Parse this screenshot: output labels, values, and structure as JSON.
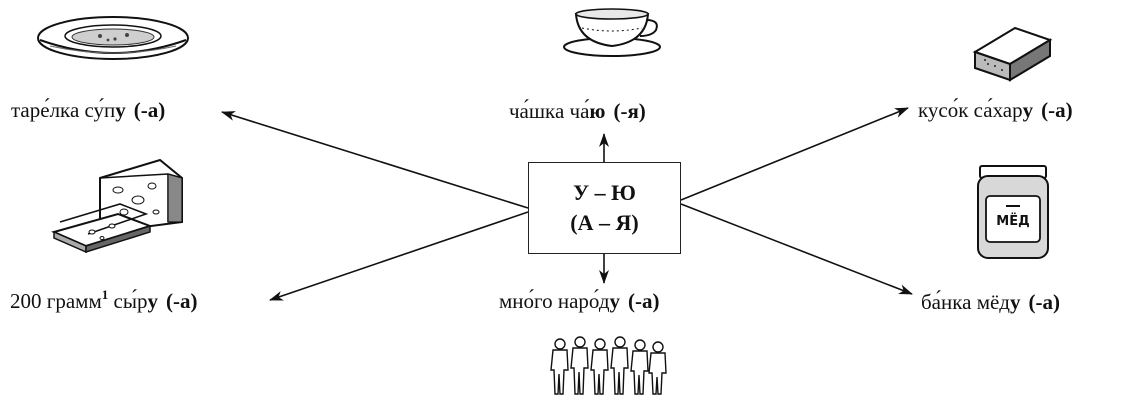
{
  "center": {
    "line1": "У – Ю",
    "line2": "(А – Я)"
  },
  "items": {
    "soup": {
      "word": "таре́лка су́п",
      "ending": "у",
      "suffix": "(-а)",
      "icon": "soup-plate-icon"
    },
    "tea": {
      "word": "ча́шка ча́",
      "ending": "ю",
      "suffix": "(-я)",
      "icon": "teacup-icon"
    },
    "sugar": {
      "word": "кусо́к са́хар",
      "ending": "у",
      "suffix": "(-а)",
      "icon": "sugar-cube-icon"
    },
    "cheese": {
      "word": "200 грамм",
      "sup": "1",
      "word2": " сы́р",
      "ending": "у",
      "suffix": "(-а)",
      "icon": "cheese-icon"
    },
    "people": {
      "word": "мно́го наро́д",
      "ending": "у",
      "suffix": "(-а)",
      "icon": "crowd-icon"
    },
    "honey": {
      "word": "ба́нка мёд",
      "ending": "у",
      "suffix": "(-а)",
      "icon": "honey-jar-icon",
      "jar_text": "МЁД"
    }
  }
}
